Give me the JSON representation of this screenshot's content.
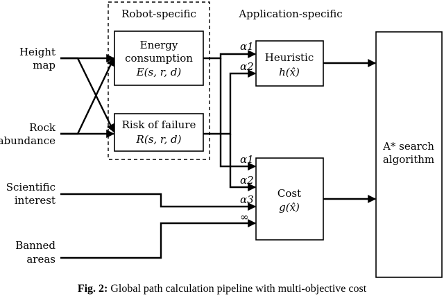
{
  "groups": {
    "robot_specific": "Robot-specific",
    "application_specific": "Application-specific"
  },
  "inputs": {
    "height_map": [
      "Height",
      "map"
    ],
    "rock_abundance": [
      "Rock",
      "abundance"
    ],
    "scientific_interest": [
      "Scientific",
      "interest"
    ],
    "banned_areas": [
      "Banned",
      "areas"
    ]
  },
  "boxes": {
    "energy": {
      "line1": "Energy",
      "line2": "consumption",
      "formula": "E(s, r, d)"
    },
    "risk": {
      "line1": "Risk of failure",
      "formula": "R(s, r, d)"
    },
    "heuristic": {
      "line1": "Heuristic",
      "formula": "h(x̂)"
    },
    "cost": {
      "line1": "Cost",
      "formula": "g(x̂)"
    },
    "astar": {
      "line1": "A* search",
      "line2": "algorithm"
    }
  },
  "weights": {
    "h_alpha1": "α1",
    "h_alpha2": "α2",
    "c_alpha1": "α1",
    "c_alpha2": "α2",
    "c_alpha3": "α3",
    "c_inf": "∞"
  },
  "caption": {
    "prefix": "Fig. 2:",
    "text": "Global path calculation pipeline with multi-objective cost"
  }
}
